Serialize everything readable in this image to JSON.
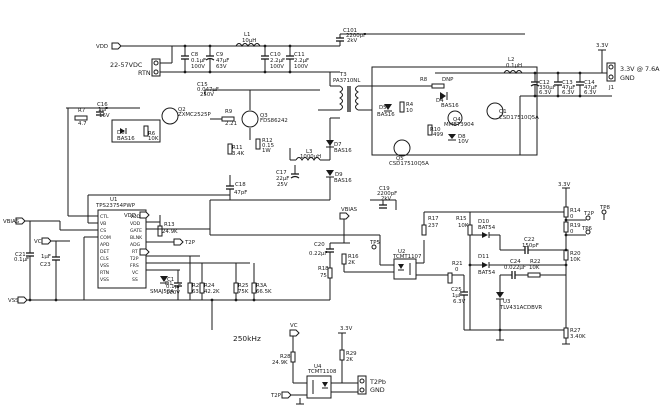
{
  "nets": {
    "vdd": "VDD",
    "rtn": "RTN",
    "input": "22-57VDC",
    "vbias": "VBIAS",
    "vc": "VC",
    "vss": "VSS",
    "v3v3": "3.3V",
    "output": "3.3V @ 7.6A",
    "gnd": "GND",
    "tp2pb": "T2Pb",
    "gnd2": "GND",
    "tp2": "T2P",
    "tp5": "TP5",
    "tp6": "TP6",
    "tp8": "TP8"
  },
  "freq": "250kHz",
  "input_section": [
    {
      "ref": "C8",
      "val1": "0.1µF",
      "val2": "100V"
    },
    {
      "ref": "C9",
      "val1": "47µF",
      "val2": "63V"
    },
    {
      "ref": "L1",
      "val1": "10µH",
      "val2": ""
    },
    {
      "ref": "C10",
      "val1": "2.2µF",
      "val2": "100V"
    },
    {
      "ref": "C11",
      "val1": "2.2µF",
      "val2": "100V"
    },
    {
      "ref": "C101",
      "val1": "2200pF",
      "val2": "2kV"
    },
    {
      "ref": "C15",
      "val1": "0.047µF",
      "val2": "250V"
    }
  ],
  "output_section": [
    {
      "ref": "L2",
      "val1": "0.1µH",
      "val2": ""
    },
    {
      "ref": "C12",
      "val1": "330µF",
      "val2": "6.3V"
    },
    {
      "ref": "C13",
      "val1": "47µF",
      "val2": "6.3V"
    },
    {
      "ref": "C14",
      "val1": "47µF",
      "val2": "6.3V"
    },
    {
      "ref": "J1",
      "val1": "",
      "val2": ""
    }
  ],
  "transformer": {
    "ref": "T3",
    "part": "PA3710NL"
  },
  "primary": [
    {
      "ref": "C16",
      "val1": "1µF",
      "val2": "16V"
    },
    {
      "ref": "R7",
      "val1": "4.7",
      "val2": ""
    },
    {
      "ref": "D6",
      "val1": "BAS16",
      "val2": ""
    },
    {
      "ref": "R6",
      "val1": "10K",
      "val2": ""
    },
    {
      "ref": "Q2",
      "val1": "ZXMC2525P",
      "val2": ""
    },
    {
      "ref": "R9",
      "val1": "2.21",
      "val2": ""
    },
    {
      "ref": "Q3",
      "val1": "FDS86242",
      "val2": ""
    },
    {
      "ref": "R11",
      "val1": "3.4K",
      "val2": ""
    },
    {
      "ref": "R12",
      "val1": "0.15",
      "val2": "1W"
    },
    {
      "ref": "C18",
      "val1": "47pF",
      "val2": ""
    },
    {
      "ref": "D7",
      "val1": "BAS16",
      "val2": ""
    },
    {
      "ref": "L3",
      "val1": "1000µH",
      "val2": ""
    },
    {
      "ref": "C17",
      "val1": "22µF",
      "val2": "25V"
    },
    {
      "ref": "D9",
      "val1": "BAS16",
      "val2": ""
    },
    {
      "ref": "C19",
      "val1": "2200pF",
      "val2": "2kV"
    }
  ],
  "secondary": [
    {
      "ref": "D5",
      "val1": "BAS16",
      "val2": ""
    },
    {
      "ref": "R4",
      "val1": "10",
      "val2": ""
    },
    {
      "ref": "R8",
      "val1": "DNP",
      "val2": ""
    },
    {
      "ref": "D4",
      "val1": "BAS16",
      "val2": ""
    },
    {
      "ref": "Q4",
      "val1": "MMBT3904",
      "val2": ""
    },
    {
      "ref": "R10",
      "val1": "499",
      "val2": ""
    },
    {
      "ref": "D8",
      "val1": "10V",
      "val2": ""
    },
    {
      "ref": "Q1",
      "val1": "CSD17510Q5A",
      "val2": ""
    },
    {
      "ref": "Q5",
      "val1": "CSD17510Q5A",
      "val2": ""
    }
  ],
  "controller": {
    "ref": "U1",
    "part": "TPS23754PWP",
    "pins_left": [
      "CTL",
      "VB",
      "CS",
      "COM",
      "APD",
      "DET",
      "CLS",
      "VSS",
      "RTN",
      "VSS"
    ],
    "pins_right": [
      "VDD1",
      "VDD",
      "GATE",
      "BLNK",
      "ADG",
      "RT",
      "T2P",
      "FRS",
      "VC",
      "SS"
    ],
    "parts": [
      {
        "ref": "R13",
        "val1": "24.9K",
        "val2": ""
      },
      {
        "ref": "C21",
        "val1": "0.1µF",
        "val2": ""
      },
      {
        "ref": "C23",
        "val1": "1µF",
        "val2": ""
      },
      {
        "ref": "D1",
        "val1": "SMAJ58A",
        "val2": ""
      },
      {
        "ref": "C1",
        "val1": "0.1µF",
        "val2": "100V"
      },
      {
        "ref": "R23",
        "val1": "63.4",
        "val2": ""
      },
      {
        "ref": "R24",
        "val1": "42.2K",
        "val2": ""
      },
      {
        "ref": "R25",
        "val1": "75K",
        "val2": ""
      },
      {
        "ref": "R3A",
        "val1": "66.5K",
        "val2": ""
      }
    ]
  },
  "feedback": [
    {
      "ref": "C20",
      "val1": "0.22µF",
      "val2": ""
    },
    {
      "ref": "R16",
      "val1": "2K",
      "val2": ""
    },
    {
      "ref": "R18",
      "val1": "75",
      "val2": ""
    },
    {
      "ref": "U2",
      "val1": "TCMT1107",
      "val2": ""
    },
    {
      "ref": "R17",
      "val1": "237",
      "val2": ""
    },
    {
      "ref": "R15",
      "val1": "10K",
      "val2": ""
    },
    {
      "ref": "D10",
      "val1": "BAT54",
      "val2": ""
    },
    {
      "ref": "D11",
      "val1": "BAT54",
      "val2": ""
    },
    {
      "ref": "C22",
      "val1": "150pF",
      "val2": ""
    },
    {
      "ref": "C24",
      "val1": "0.022µF",
      "val2": ""
    },
    {
      "ref": "R22",
      "val1": "10K",
      "val2": ""
    },
    {
      "ref": "R21",
      "val1": "0",
      "val2": ""
    },
    {
      "ref": "C25",
      "val1": "1µF",
      "val2": "6.3V"
    },
    {
      "ref": "U3",
      "val1": "TLV431ACDBVR",
      "val2": ""
    },
    {
      "ref": "R14",
      "val1": "0",
      "val2": ""
    },
    {
      "ref": "R19",
      "val1": "0",
      "val2": ""
    },
    {
      "ref": "R20",
      "val1": "10K",
      "val2": ""
    },
    {
      "ref": "R27",
      "val1": "3.40K",
      "val2": ""
    }
  ],
  "t2p_section": [
    {
      "ref": "R28",
      "val1": "24.9K",
      "val2": ""
    },
    {
      "ref": "R29",
      "val1": "2K",
      "val2": ""
    },
    {
      "ref": "U4",
      "val1": "TCMT1108",
      "val2": ""
    }
  ]
}
